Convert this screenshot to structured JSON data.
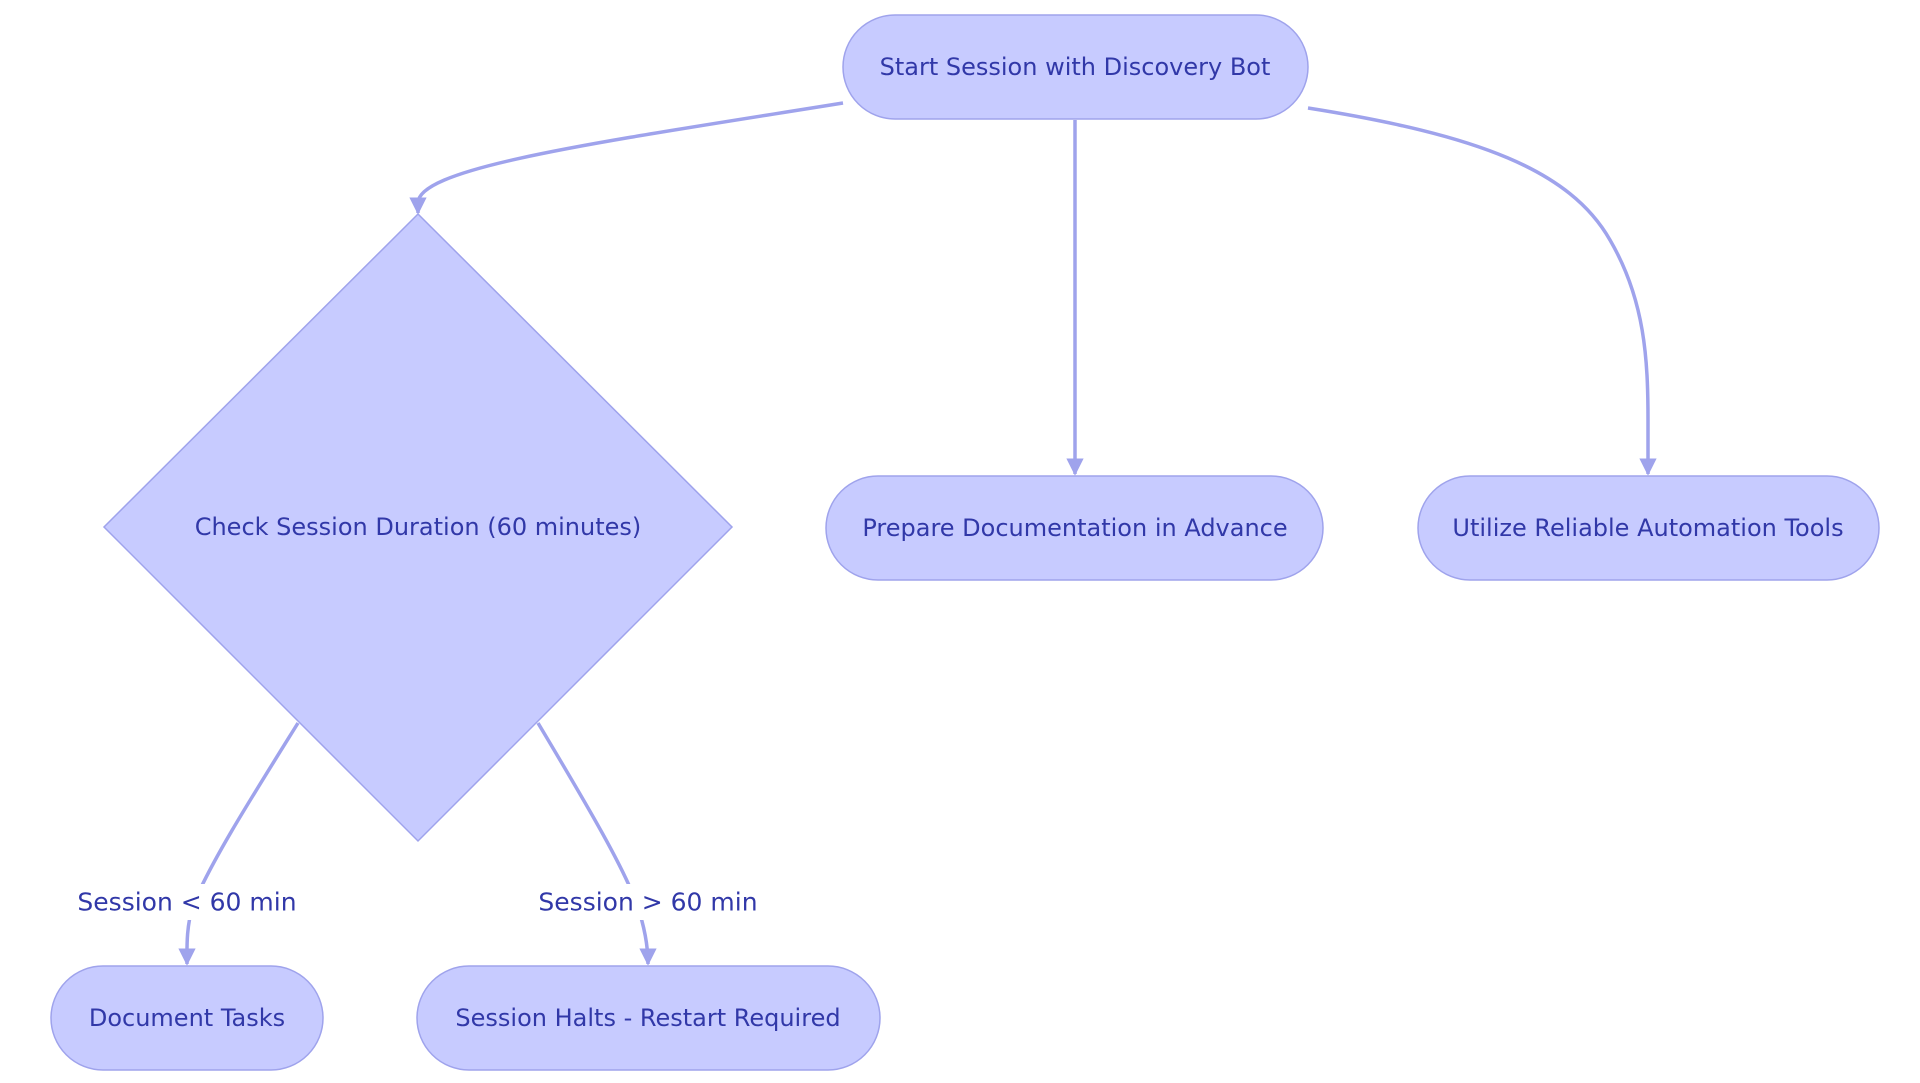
{
  "colors": {
    "node_fill": "#c7cbff",
    "node_stroke": "#9fa3ec",
    "edge": "#9fa3ec",
    "text": "#3138a8",
    "background": "#ffffff"
  },
  "nodes": {
    "start": "Start Session with Discovery Bot",
    "check": "Check Session Duration (60 minutes)",
    "prepare": "Prepare Documentation in Advance",
    "utilize": "Utilize Reliable Automation Tools",
    "document": "Document Tasks",
    "halts": "Session Halts - Restart Required"
  },
  "edges": {
    "under_60": "Session < 60 min",
    "over_60": "Session > 60 min"
  }
}
